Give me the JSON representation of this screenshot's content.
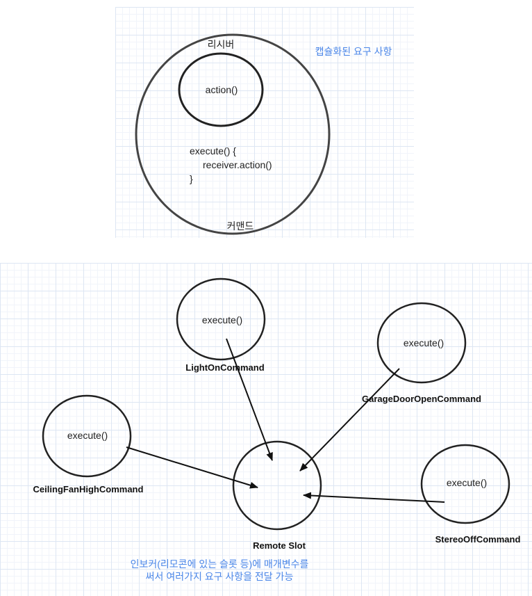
{
  "top_diagram": {
    "receiver_label": "리시버",
    "action_label": "action()",
    "execute_lines": [
      "execute() {",
      "receiver.action()",
      "}"
    ],
    "command_label": "커맨드",
    "note": "캡슐화된 요구 사항"
  },
  "bottom_diagram": {
    "nodes": [
      {
        "method": "execute()",
        "name": "LightOnCommand"
      },
      {
        "method": "execute()",
        "name": "GarageDoorOpenCommand"
      },
      {
        "method": "execute()",
        "name": "CeilingFanHighCommand"
      },
      {
        "method": "execute()",
        "name": "StereoOffCommand"
      }
    ],
    "center_label": "Remote Slot",
    "note_lines": [
      "인보커(리모콘에 있는 슬롯 등)에 매개변수를",
      "써서 여러가지 요구 사항을 전달 가능"
    ]
  }
}
